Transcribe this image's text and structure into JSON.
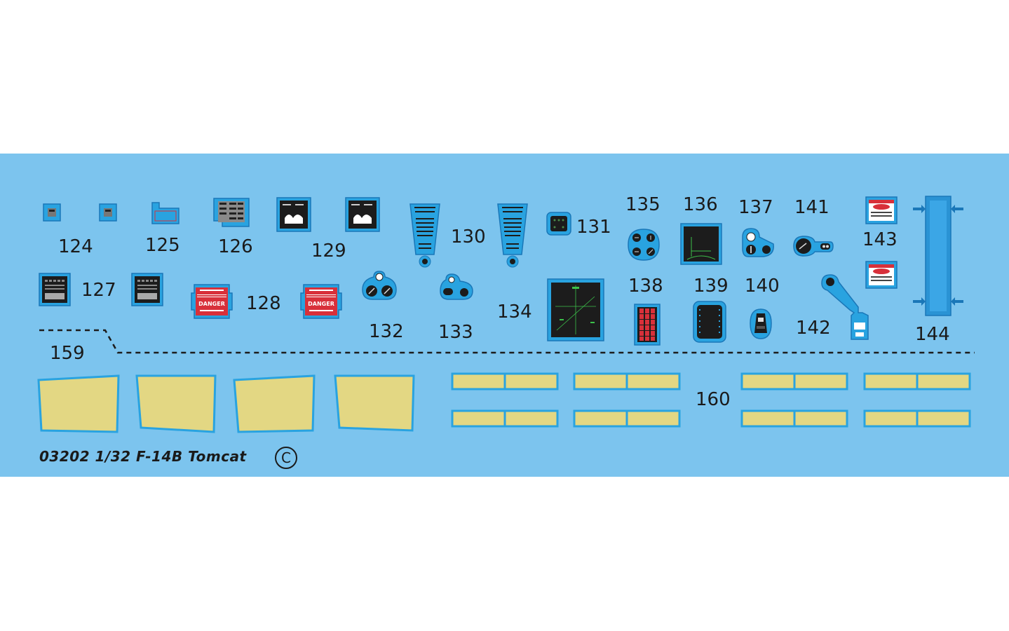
{
  "sheet": {
    "background": "#7cc4ee",
    "title": "03202 1/32 F-14B Tomcat",
    "copyright_symbol": "C"
  },
  "decal_numbers": {
    "n124": "124",
    "n125": "125",
    "n126": "126",
    "n127": "127",
    "n128": "128",
    "n129": "129",
    "n130": "130",
    "n131": "131",
    "n132": "132",
    "n133": "133",
    "n134": "134",
    "n135": "135",
    "n136": "136",
    "n137": "137",
    "n138": "138",
    "n139": "139",
    "n140": "140",
    "n141": "141",
    "n142": "142",
    "n143": "143",
    "n144": "144",
    "n159": "159",
    "n160": "160"
  },
  "decal_text": {
    "danger": "DANGER"
  },
  "colors": {
    "decal_blue": "#29a3e0",
    "panel_black": "#1c1c1c",
    "danger_red": "#d8303a",
    "canopy_yellow": "#e3d783",
    "radar_green": "#3cc04a"
  }
}
